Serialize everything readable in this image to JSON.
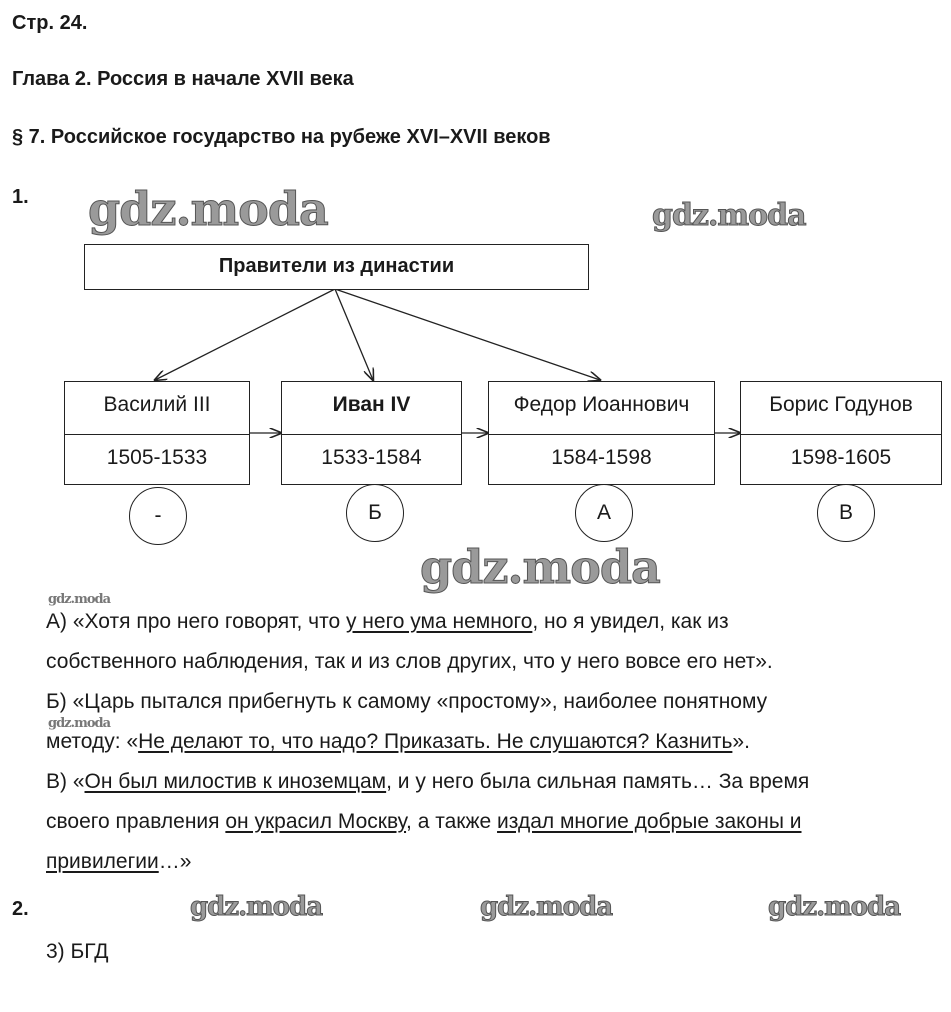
{
  "page_label": "Стр. 24.",
  "chapter": "Глава 2. Россия в начале XVII века",
  "section": "§ 7. Российское государство на рубеже XVI–XVII веков",
  "task1": {
    "number": "1.",
    "diagram_title": "Правители из династии",
    "rulers": [
      {
        "name": "Василий III",
        "years": "1505-1533",
        "letter": "-"
      },
      {
        "name": "Иван IV",
        "years": "1533-1584",
        "letter": "Б"
      },
      {
        "name": "Федор Иоаннович",
        "years": "1584-1598",
        "letter": "А"
      },
      {
        "name": "Борис Годунов",
        "years": "1598-1605",
        "letter": "В"
      }
    ],
    "quotes": {
      "a1": "А) «Хотя про него говорят, что ",
      "a1u": "у него ума немного",
      "a1b": ", но я увидел, как из",
      "a2": "собственного наблюдения, так и из слов других, что у него вовсе его нет».",
      "b1": "Б) «Царь пытался прибегнуть к самому «простому», наиболее понятному",
      "b2a": "методу: «",
      "b2u": "Не делают то, что надо? Приказать. Не слушаются? Казнить",
      "b2b": "».",
      "v1a": "В) «",
      "v1u": "Он был милостив к иноземцам",
      "v1b": ", и у него была сильная память… За время",
      "v2a": "своего правления ",
      "v2u1": "он украсил Москву",
      "v2b": ", а также ",
      "v2u2": "издал многие добрые законы и",
      "v3u": "привилегии",
      "v3b": "…»"
    }
  },
  "task2": {
    "number": "2.",
    "answer": "3) БГД"
  },
  "watermark": "gdz.moda"
}
